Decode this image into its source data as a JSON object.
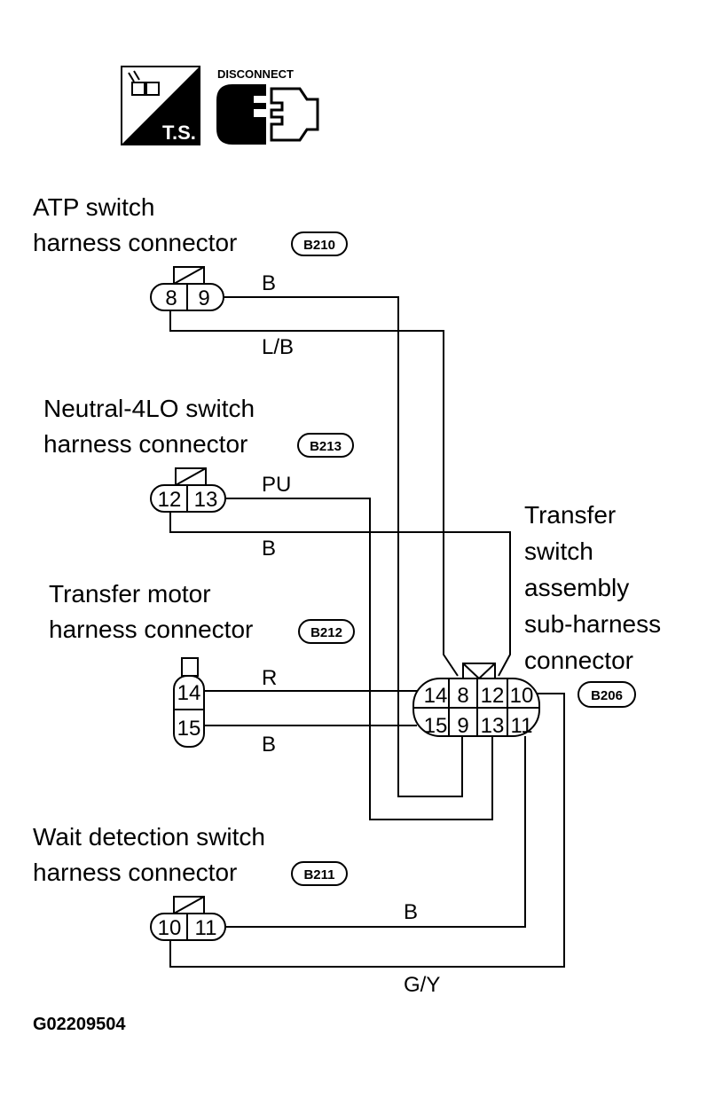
{
  "icons": {
    "ts_label": "T.S.",
    "disconnect_label": "DISCONNECT"
  },
  "connectors": {
    "atp": {
      "line1": "ATP switch",
      "line2": "harness connector",
      "code": "B210",
      "pin_a": "8",
      "pin_b": "9"
    },
    "neutral": {
      "line1": "Neutral-4LO switch",
      "line2": "harness connector",
      "code": "B213",
      "pin_a": "12",
      "pin_b": "13"
    },
    "motor": {
      "line1": "Transfer motor",
      "line2": "harness connector",
      "code": "B212",
      "pin_a": "14",
      "pin_b": "15"
    },
    "wait": {
      "line1": "Wait detection switch",
      "line2": "harness connector",
      "code": "B211",
      "pin_a": "10",
      "pin_b": "11"
    },
    "transfer": {
      "lines": [
        "Transfer",
        "switch",
        "assembly",
        "sub-harness",
        "connector"
      ],
      "code": "B206",
      "top_pins": [
        "14",
        "8",
        "12",
        "10"
      ],
      "bottom_pins": [
        "15",
        "9",
        "13",
        "11"
      ]
    }
  },
  "wires": {
    "atp_9": "B",
    "atp_8": "L/B",
    "neutral_13": "PU",
    "neutral_12": "B",
    "motor_14": "R",
    "motor_15": "B",
    "wait_11": "B",
    "wait_10": "G/Y"
  },
  "figure_code": "G02209504"
}
